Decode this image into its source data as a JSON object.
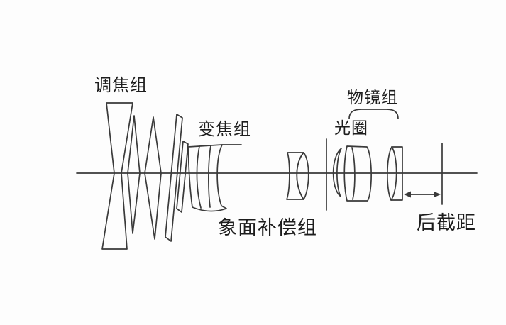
{
  "diagram": {
    "type": "zoom-lens-optical-system-cross-section",
    "labels": {
      "focus_group": "调焦组",
      "zoom_group": "变焦组",
      "compensator_group": "象面补偿组",
      "aperture": "光圈",
      "objective_group": "物镜组",
      "back_focal_distance": "后截距"
    },
    "colors": {
      "ink": "#1d1d1d",
      "line": "#3a3a3a",
      "background": "#fdfdfd"
    }
  }
}
